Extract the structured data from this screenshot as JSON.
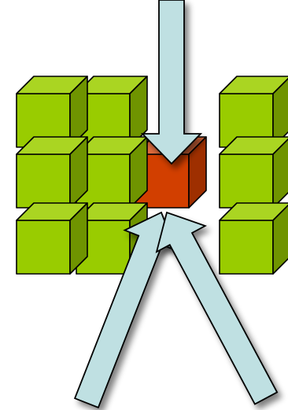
{
  "diagram": {
    "colors": {
      "background": "#ffffff",
      "cube_front": "#99cc00",
      "cube_top": "#aad522",
      "cube_side": "#6f9400",
      "target_front": "#d23f00",
      "target_top": "#e06b3c",
      "target_side": "#9e2f00",
      "arrow_fill": "#bfe0e2",
      "outline": "#000000"
    },
    "grid": {
      "rows": 3,
      "cols": 4,
      "missing": [
        [
          2,
          2
        ]
      ],
      "target": [
        1,
        2
      ]
    },
    "arrows": [
      {
        "name": "arrow-down-into-target"
      },
      {
        "name": "arrow-up-left-into-target"
      },
      {
        "name": "arrow-up-right-into-target"
      }
    ]
  }
}
